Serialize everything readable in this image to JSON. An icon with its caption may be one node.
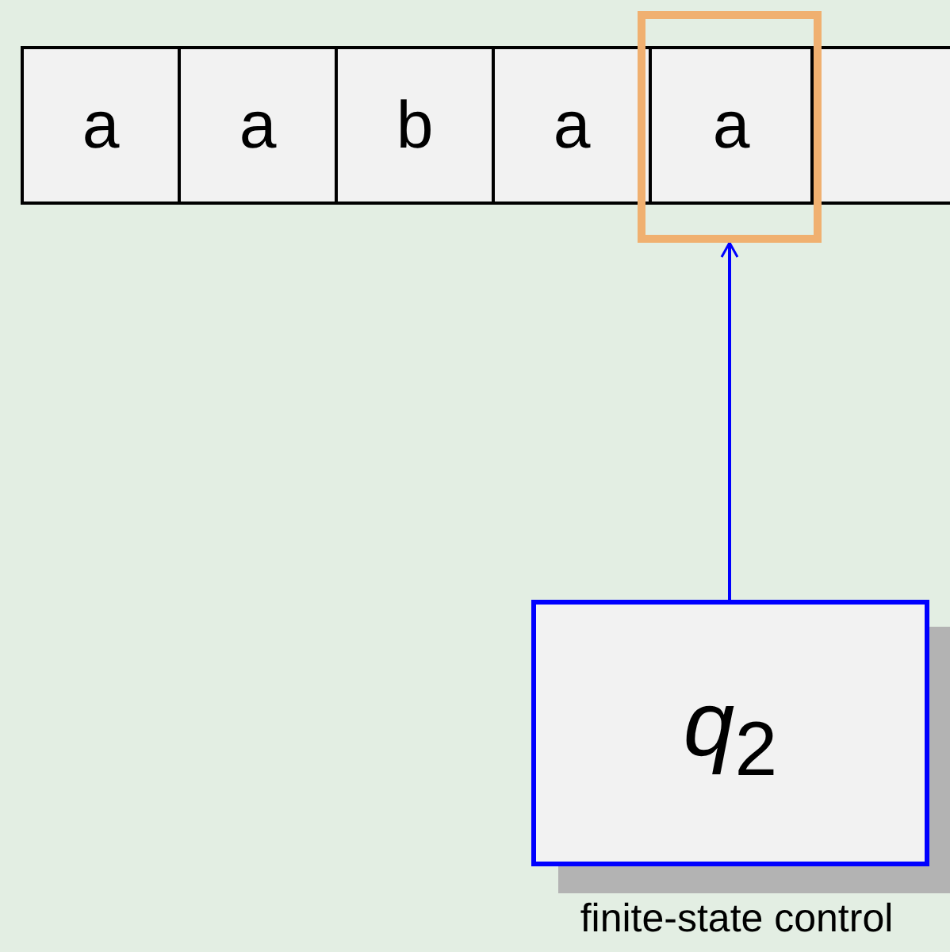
{
  "diagram": {
    "nodes": [
      {
        "text": [
          "a"
        ]
      },
      {
        "text": [
          "a"
        ]
      },
      {
        "text": [
          "b"
        ]
      },
      {
        "text": [
          "a"
        ]
      },
      {
        "text": [],
        "shape": "box"
      },
      {
        "text": [
          "a"
        ],
        "in": 4
      },
      {
        "text": [],
        "shape": "box"
      },
      {
        "text": [
          "*q*$_{2}$"
        ],
        "beside": [
          "finite-state control"
        ]
      }
    ],
    "edges": [
      {
        "from": 7,
        "to": 4,
        "arrow": "to",
        "color": "#0000ff"
      }
    ]
  }
}
